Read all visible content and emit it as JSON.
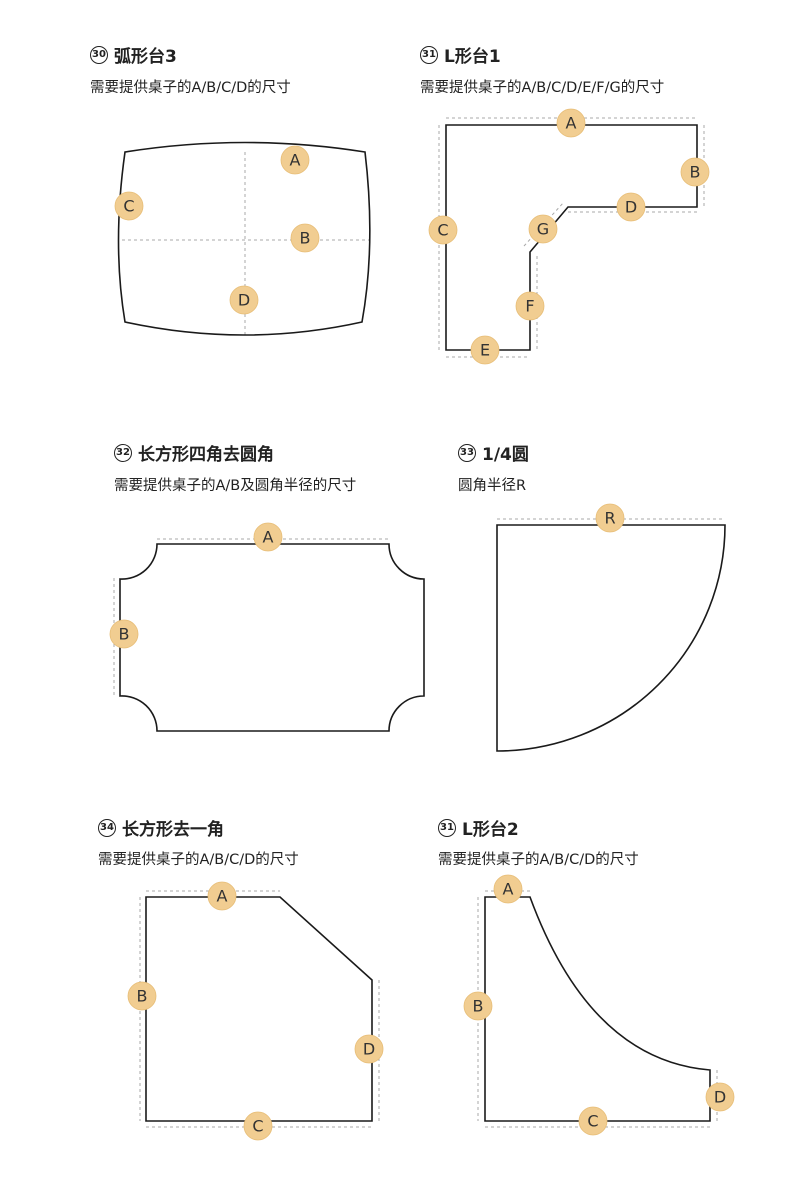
{
  "sections": [
    {
      "number": "30",
      "title": "弧形台3",
      "subtitle": "需要提供桌子的A/B/C/D的尺寸",
      "labels": [
        "A",
        "B",
        "C",
        "D"
      ]
    },
    {
      "number": "31",
      "title": "L形台1",
      "subtitle": "需要提供桌子的A/B/C/D/E/F/G的尺寸",
      "labels": [
        "A",
        "B",
        "C",
        "D",
        "E",
        "F",
        "G"
      ]
    },
    {
      "number": "32",
      "title": "长方形四角去圆角",
      "subtitle": "需要提供桌子的A/B及圆角半径的尺寸",
      "labels": [
        "A",
        "B"
      ]
    },
    {
      "number": "33",
      "title": "1/4圆",
      "subtitle": "圆角半径R",
      "labels": [
        "R"
      ]
    },
    {
      "number": "34",
      "title": "长方形去一角",
      "subtitle": "需要提供桌子的A/B/C/D的尺寸",
      "labels": [
        "A",
        "B",
        "C",
        "D"
      ]
    },
    {
      "number": "31",
      "title": "L形台2",
      "subtitle": "需要提供桌子的A/B/C/D的尺寸",
      "labels": [
        "A",
        "B",
        "C",
        "D"
      ]
    }
  ],
  "colors": {
    "bubble": "#f1cd91",
    "outline": "#1a1a1a",
    "guide": "#a8a8a8"
  }
}
